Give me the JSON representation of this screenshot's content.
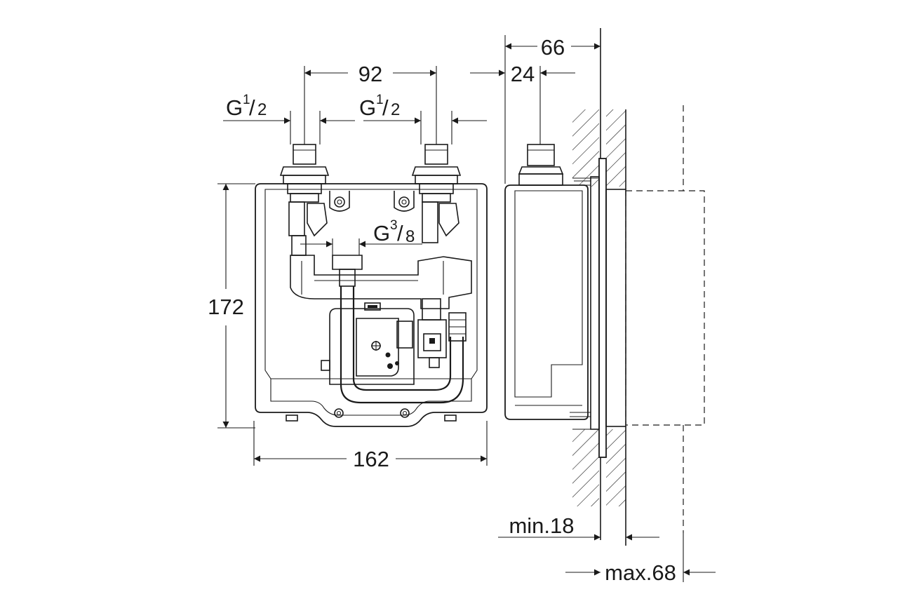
{
  "dimensions": {
    "spacing_top": "92",
    "depth_total": "66",
    "depth_connection": "24",
    "thread_left_base": "G",
    "thread_left_num": "1",
    "thread_left_den": "2",
    "thread_mid_base": "G",
    "thread_mid_num": "1",
    "thread_mid_den": "2",
    "thread_inner_base": "G",
    "thread_inner_num": "3",
    "thread_inner_den": "8",
    "height": "172",
    "width": "162",
    "wall_min": "min.18",
    "wall_max": "max.68"
  },
  "colors": {
    "line": "#1a1a1a",
    "background": "#ffffff"
  }
}
